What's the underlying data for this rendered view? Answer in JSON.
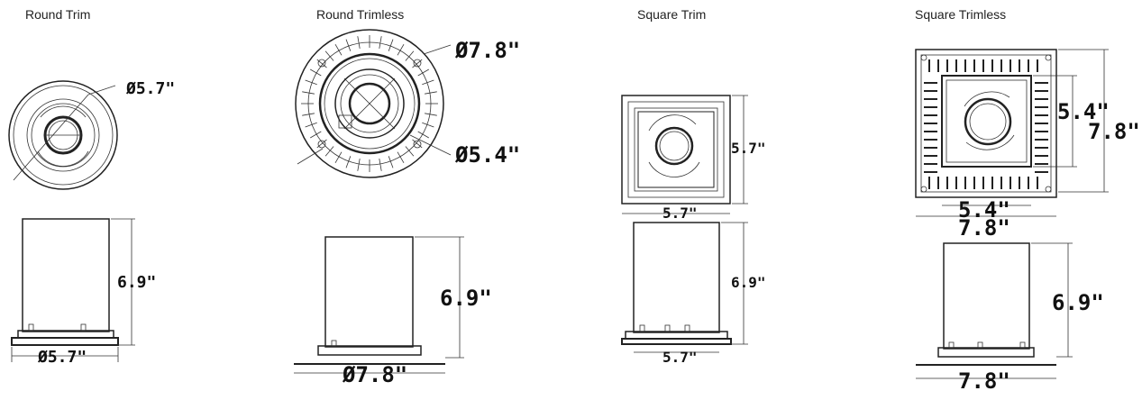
{
  "panels": [
    {
      "title": "Round Trim",
      "top_diameter": "Ø5.7\"",
      "height": "6.9\"",
      "bottom_diameter": "Ø5.7\""
    },
    {
      "title": "Round Trimless",
      "outer_diameter": "Ø7.8\"",
      "inner_diameter": "Ø5.4\"",
      "height": "6.9\"",
      "bottom_diameter": "Ø7.8\""
    },
    {
      "title": "Square Trim",
      "side_height": "5.7\"",
      "width": "5.7\"",
      "height": "6.9\"",
      "bottom_width": "5.7\""
    },
    {
      "title": "Square Trimless",
      "inner_height": "5.4\"",
      "outer_height": "7.8\"",
      "inner_width": "5.4\"",
      "outer_width": "7.8\"",
      "height": "6.9\"",
      "bottom_width": "7.8\""
    }
  ]
}
